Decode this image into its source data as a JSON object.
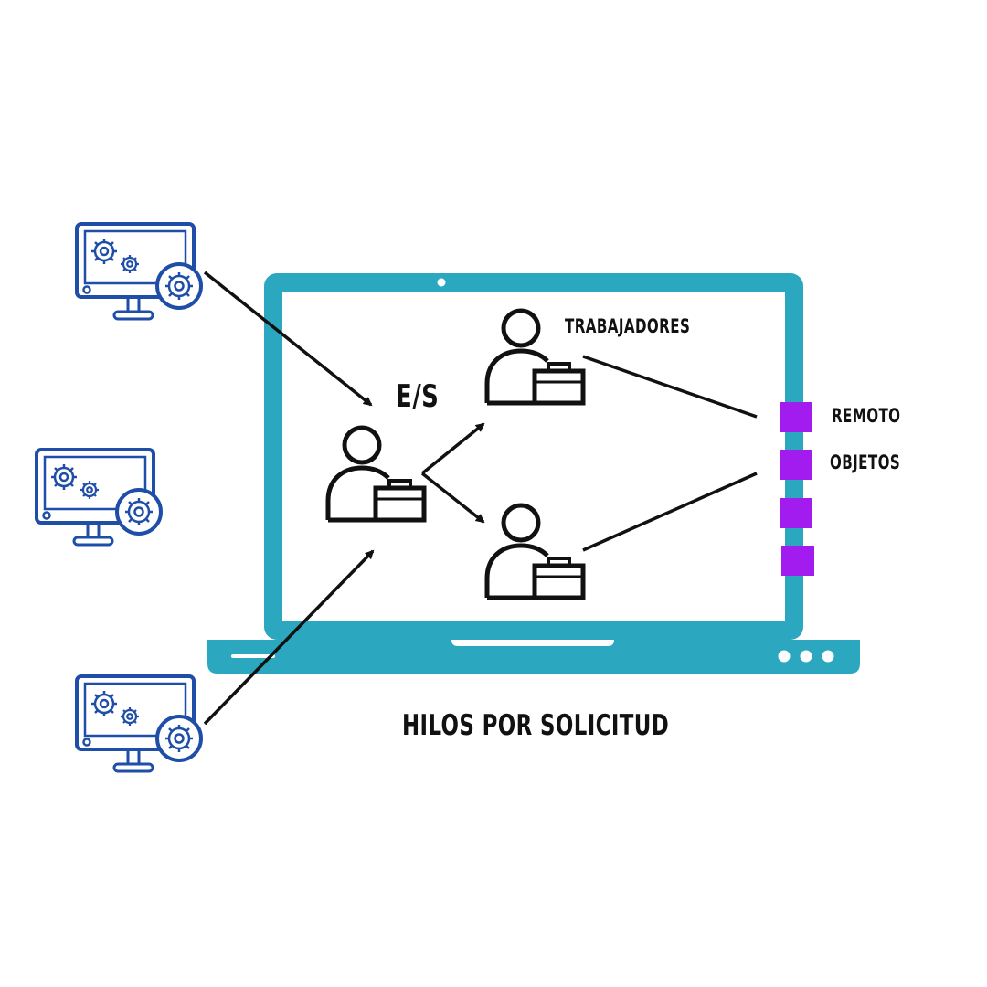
{
  "labels": {
    "io": "E/S",
    "workers": "TRABAJADORES",
    "remote": "REMOTO",
    "objects": "OBJETOS",
    "title": "HILOS POR SOLICITUD"
  },
  "colors": {
    "laptop": "#2ba8c0",
    "client_monitor": "#1f4ea8",
    "remote_object": "#a21cf0",
    "ink": "#111111"
  },
  "icons": {
    "client": "monitor-with-gears-icon",
    "worker": "person-with-briefcase-icon",
    "device": "laptop-icon"
  }
}
